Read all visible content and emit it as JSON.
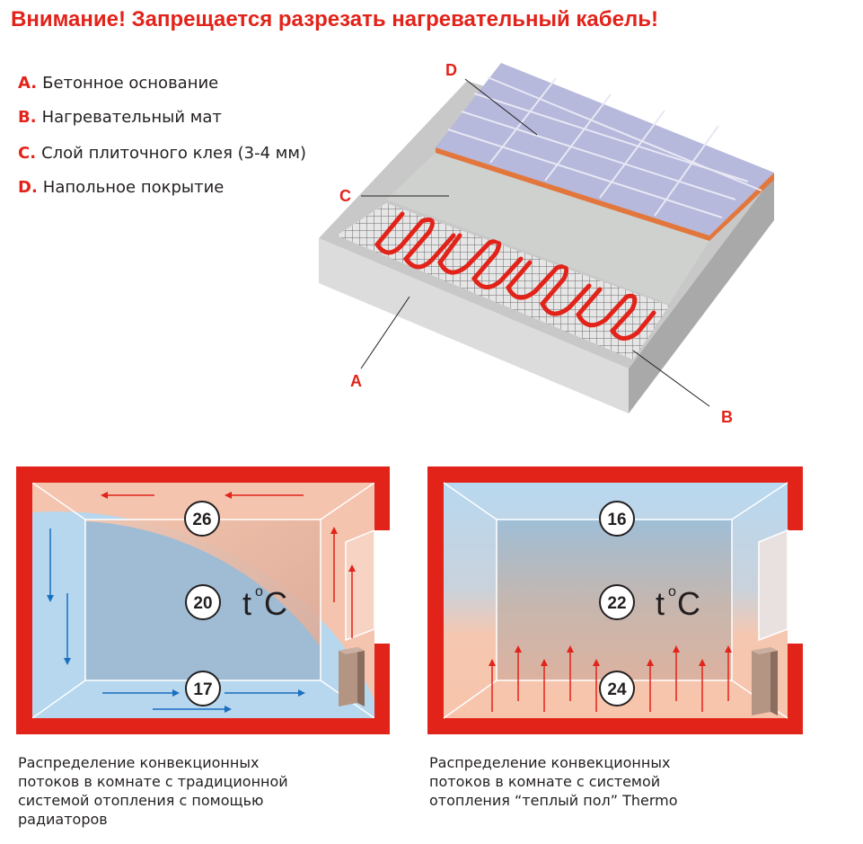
{
  "warning": "Внимание! Запрещается разрезать нагревательный кабель!",
  "legend": [
    {
      "key": "A.",
      "label": "Бетонное основание"
    },
    {
      "key": "B.",
      "label": "Нагревательный мат"
    },
    {
      "key": "C.",
      "label": "Слой плиточного клея (3-4 мм)"
    },
    {
      "key": "D.",
      "label": "Напольное покрытие"
    }
  ],
  "callouts": {
    "a": "A",
    "b": "B",
    "c": "C",
    "d": "D"
  },
  "room_left": {
    "top_temp": "26",
    "mid_temp": "20",
    "bottom_temp": "17",
    "unit_t": "t",
    "unit_deg": "o",
    "unit_c": "C",
    "caption": [
      "Распределение конвекционных",
      "потоков в комнате с традиционной",
      "системой отопления с помощью",
      "радиаторов"
    ]
  },
  "room_right": {
    "top_temp": "16",
    "mid_temp": "22",
    "bottom_temp": "24",
    "unit_t": "t",
    "unit_deg": "o",
    "unit_c": "C",
    "caption": [
      "Распределение конвекционных",
      "потоков в комнате с системой",
      "отопления “теплый пол” Thermo"
    ]
  },
  "colors": {
    "red": "#e2231a",
    "blue_arrow": "#1a6fc0",
    "warm": "#f7c4ab",
    "cool": "#b6d7ee"
  }
}
